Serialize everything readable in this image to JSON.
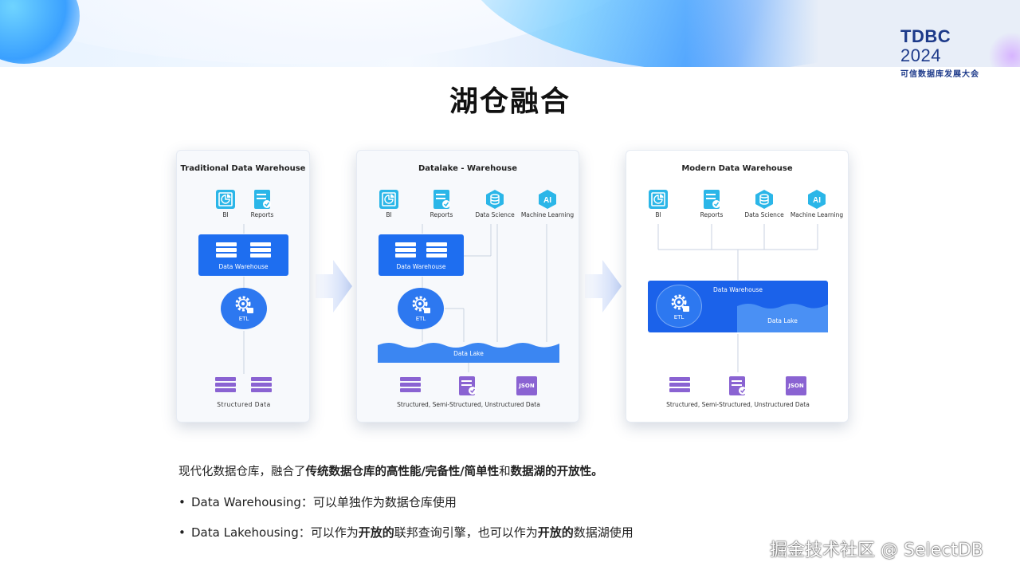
{
  "header": {
    "logo_main": "TDBC",
    "logo_year": "2024",
    "logo_sub": "可信数据库发展大会"
  },
  "slide": {
    "title": "湖仓融合"
  },
  "panels": [
    {
      "title": "Traditional Data Warehouse",
      "consumers": [
        "BI",
        "Reports"
      ],
      "warehouse_label": "Data Warehouse",
      "etl_label": "ETL",
      "source_label": "Structured Data"
    },
    {
      "title": "Datalake - Warehouse",
      "consumers": [
        "BI",
        "Reports",
        "Data Science",
        "Machine Learning"
      ],
      "warehouse_label": "Data Warehouse",
      "etl_label": "ETL",
      "lake_label": "Data Lake",
      "json_label": "JSON",
      "source_label": "Structured, Semi-Structured, Unstructured Data"
    },
    {
      "title": "Modern Data Warehouse",
      "consumers": [
        "BI",
        "Reports",
        "Data Science",
        "Machine Learning"
      ],
      "warehouse_label": "Data Warehouse",
      "etl_label": "ETL",
      "lake_label": "Data Lake",
      "json_label": "JSON",
      "source_label": "Structured, Semi-Structured, Unstructured Data"
    }
  ],
  "text": {
    "p1_a": "现代化数据仓库，融合了",
    "p1_b": "传统数据仓库的高性能/完备性/简单性",
    "p1_c": "和",
    "p1_d": "数据湖的开放性。",
    "b1": "Data Warehousing：可以单独作为数据仓库使用",
    "b2_a": "Data Lakehousing：可以作为",
    "b2_b": "开放的",
    "b2_c": "联邦查询引擎，也可以作为",
    "b2_d": "开放的",
    "b2_e": "数据湖使用"
  },
  "watermark": "掘金技术社区 @ SelectDB",
  "colors": {
    "blue": "#1e6ef0",
    "cyan": "#2bb6e8",
    "purple": "#8a63d2",
    "logo": "#1d3a8a"
  }
}
